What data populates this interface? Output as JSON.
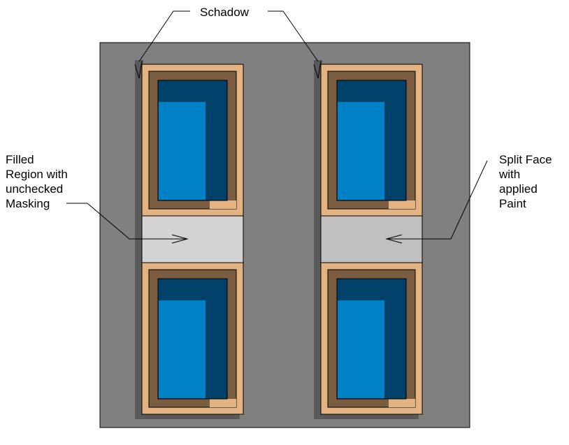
{
  "labels": {
    "shadow": "Schadow",
    "filled_region": [
      "Filled",
      "Region with",
      "unchecked",
      "Masking"
    ],
    "split_face": [
      "Split Face",
      "with",
      "applied",
      "Paint"
    ]
  },
  "colors": {
    "wall": "#808080",
    "shadow": "#5a5a5a",
    "frame": "#e3b383",
    "frame_shadow": "#7a5c40",
    "glass_dark": "#00426a",
    "glass_light": "#0081c6",
    "filled_region_band": "#d3d3d3",
    "split_face_band": "#c0c0c0",
    "outline": "#000000"
  }
}
